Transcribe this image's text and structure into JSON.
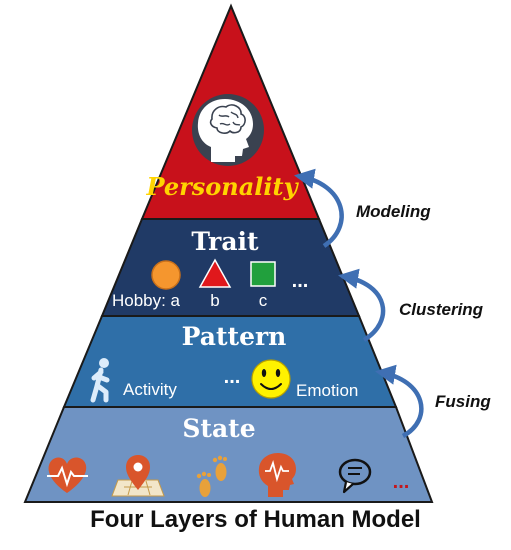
{
  "colors": {
    "personality_layer": "#c8111b",
    "trait_layer": "#203a66",
    "pattern_layer": "#2f6fa8",
    "state_layer": "#6f93c3",
    "outline": "#1a1a1a",
    "arrow": "#3f6fb3",
    "personality_text": "#ffd400",
    "shape_circle": "#f5962e",
    "shape_triangle": "#e0181c",
    "shape_square": "#21a03d",
    "smiley": "#fff200",
    "state_icon": "#d9552b",
    "state_dots": "#c4161c"
  },
  "layers": {
    "personality": {
      "label": "Personality",
      "icon": "head-brain-icon"
    },
    "trait": {
      "label": "Trait",
      "hobby_label": "Hobby: a",
      "item_b": "b",
      "item_c": "c",
      "ellipsis": "...",
      "shapes": [
        "circle-icon",
        "triangle-icon",
        "square-icon"
      ]
    },
    "pattern": {
      "label": "Pattern",
      "activity": "Activity",
      "emotion": "Emotion",
      "ellipsis": "...",
      "icons": [
        "walking-person-icon",
        "smiley-icon"
      ]
    },
    "state": {
      "label": "State",
      "icons": [
        "heart-rate-icon",
        "map-pin-icon",
        "footprints-icon",
        "head-signal-icon",
        "chat-bubble-icon"
      ],
      "ellipsis": "..."
    }
  },
  "arrows": {
    "modeling": "Modeling",
    "clustering": "Clustering",
    "fusing": "Fusing"
  },
  "caption": "Four Layers of Human Model"
}
